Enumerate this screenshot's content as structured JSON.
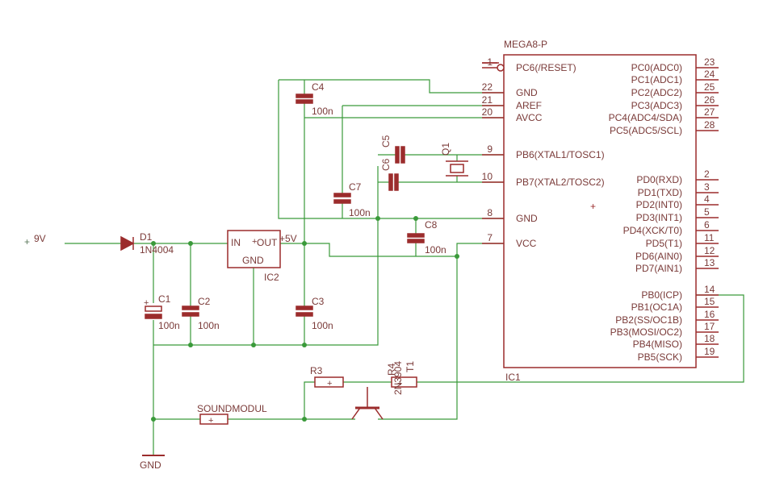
{
  "ic": {
    "type": "MEGA8-P",
    "ref": "IC1",
    "left_pins": [
      {
        "num": "1",
        "name": "PC6(/RESET)"
      },
      {
        "num": "22",
        "name": "GND"
      },
      {
        "num": "21",
        "name": "AREF"
      },
      {
        "num": "20",
        "name": "AVCC"
      },
      {
        "num": "9",
        "name": "PB6(XTAL1/TOSC1)"
      },
      {
        "num": "10",
        "name": "PB7(XTAL2/TOSC2)"
      },
      {
        "num": "8",
        "name": "GND"
      },
      {
        "num": "7",
        "name": "VCC"
      }
    ],
    "right_pins": [
      {
        "num": "23",
        "name": "PC0(ADC0)"
      },
      {
        "num": "24",
        "name": "PC1(ADC1)"
      },
      {
        "num": "25",
        "name": "PC2(ADC2)"
      },
      {
        "num": "26",
        "name": "PC3(ADC3)"
      },
      {
        "num": "27",
        "name": "PC4(ADC4/SDA)"
      },
      {
        "num": "28",
        "name": "PC5(ADC5/SCL)"
      },
      {
        "num": "2",
        "name": "PD0(RXD)"
      },
      {
        "num": "3",
        "name": "PD1(TXD)"
      },
      {
        "num": "4",
        "name": "PD2(INT0)"
      },
      {
        "num": "5",
        "name": "PD3(INT1)"
      },
      {
        "num": "6",
        "name": "PD4(XCK/T0)"
      },
      {
        "num": "11",
        "name": "PD5(T1)"
      },
      {
        "num": "12",
        "name": "PD6(AIN0)"
      },
      {
        "num": "13",
        "name": "PD7(AIN1)"
      },
      {
        "num": "14",
        "name": "PB0(ICP)"
      },
      {
        "num": "15",
        "name": "PB1(OC1A)"
      },
      {
        "num": "16",
        "name": "PB2(SS/OC1B)"
      },
      {
        "num": "17",
        "name": "PB3(MOSI/OC2)"
      },
      {
        "num": "18",
        "name": "PB4(MISO)"
      },
      {
        "num": "19",
        "name": "PB5(SCK)"
      }
    ]
  },
  "regulator": {
    "ref": "IC2",
    "in": "IN",
    "out": "OUT",
    "gnd": "GND"
  },
  "labels": {
    "nine_v": "9V",
    "five_v": "+5V",
    "gnd": "GND",
    "d1_ref": "D1",
    "d1_val": "1N4004",
    "c1": "C1",
    "c2": "C2",
    "c3": "C3",
    "c4": "C4",
    "c5": "C5",
    "c6": "C6",
    "c7": "C7",
    "c8": "C8",
    "q1": "Q1",
    "r3": "R3",
    "r4": "R4",
    "t1": "T1",
    "t1_val": "2N3904",
    "sound": "SOUNDMODUL",
    "v100n_c2": "100n",
    "v100n_c1": "100n",
    "v100n_c3": "100n",
    "v100n_c4": "100n",
    "v100n_c7": "100n",
    "v100n_c8": "100n"
  },
  "colors": {
    "wire": "#3a9a3a",
    "part": "#9b2c2c",
    "text": "#7a3a38",
    "junction": "#3a9a3a"
  }
}
